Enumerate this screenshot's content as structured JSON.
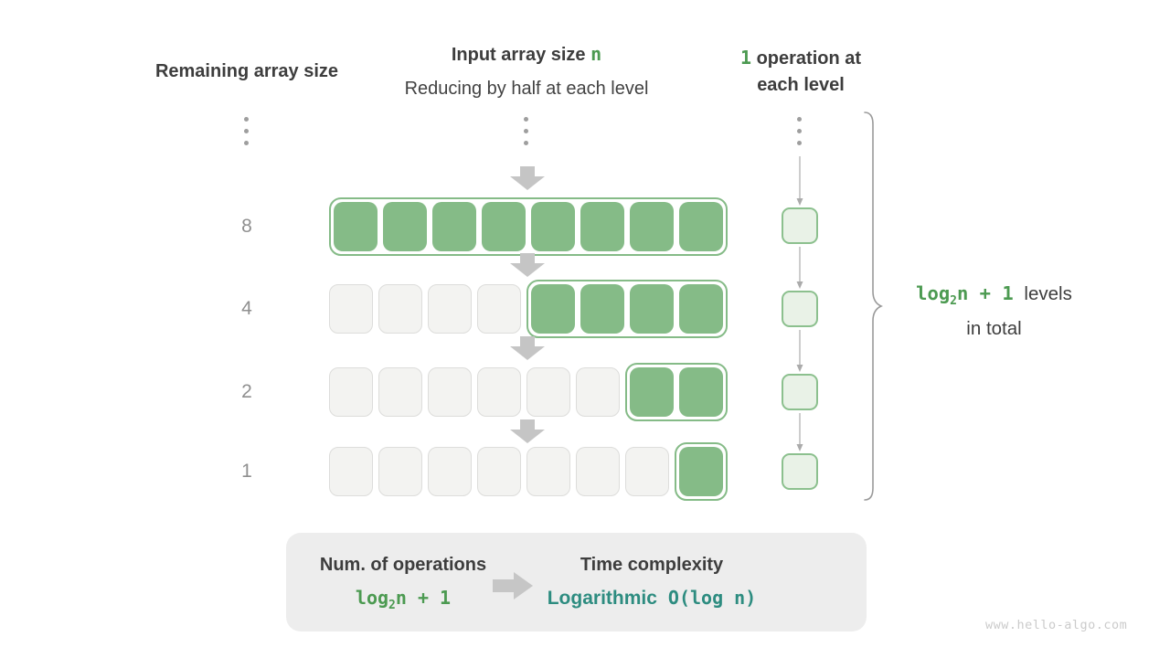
{
  "colors": {
    "accent_green": "#4c9a51",
    "box_green": "#85bb87",
    "box_green_light": "#e9f2e7",
    "box_green_border": "#8cc08e",
    "box_gray": "#f3f3f1",
    "box_gray_border": "#dddddb",
    "teal": "#2d8c80",
    "text_dark": "#3d3d3d",
    "text_gray": "#8f8f8f",
    "arrow_gray": "#c5c5c5",
    "line_gray": "#ababab"
  },
  "headers": {
    "remaining": "Remaining array size",
    "input_main": "Input array size",
    "input_accent": "n",
    "input_sub": "Reducing by half at each level",
    "op_accent": "1",
    "op_line1": "operation at",
    "op_line2": "each level"
  },
  "levels": [
    {
      "remaining": "8",
      "array_size": 8,
      "active": 8
    },
    {
      "remaining": "4",
      "array_size": 8,
      "active": 4
    },
    {
      "remaining": "2",
      "array_size": 8,
      "active": 2
    },
    {
      "remaining": "1",
      "array_size": 8,
      "active": 1
    }
  ],
  "brace": {
    "formula_fn": "log",
    "formula_sub": "2",
    "formula_tail": "n + 1",
    "label_line1": "levels",
    "label_line2": "in total"
  },
  "summary": {
    "ops_title": "Num. of operations",
    "ops_fn": "log",
    "ops_sub": "2",
    "ops_tail": "n + 1",
    "tc_title": "Time complexity",
    "tc_name": "Logarithmic",
    "tc_big_o": "O(log n)"
  },
  "watermark": "www.hello-algo.com"
}
